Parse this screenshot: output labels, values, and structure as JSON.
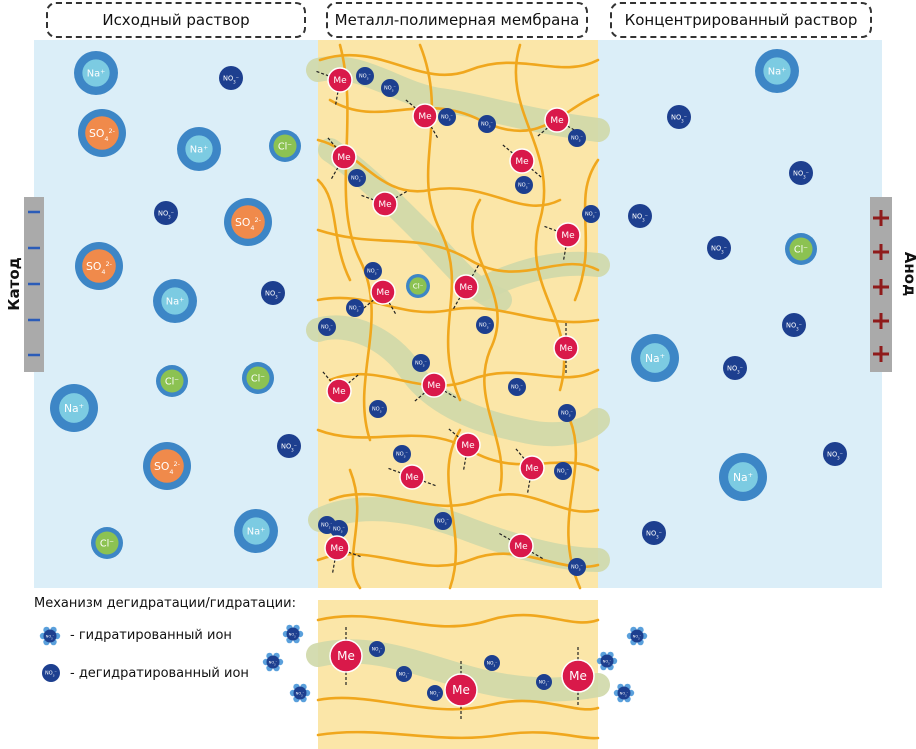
{
  "headers": {
    "source": "Исходный раствор",
    "membrane": "Металл-полимерная мембрана",
    "concentrate": "Концентрированный раствор"
  },
  "electrodes": {
    "cathode": "Катод",
    "anode": "Анод"
  },
  "legend": {
    "title": "Механизм дегидратации/гидратации:",
    "hydrated": "- гидратированный ион",
    "dehydrated": "- дегидратированный ион"
  },
  "ions": {
    "metal": "Me",
    "sodium": "Na",
    "chloride": "Cl",
    "sulfate": "SO",
    "nitrate": "NO"
  },
  "colors": {
    "solution_bg": "#dbeef8",
    "membrane_bg": "#fbe6a8",
    "fiber": "#f0a71d",
    "channel": "#cfd8a8",
    "metal_ion": "#d9194a",
    "sodium_outer": "#3d86c6",
    "sodium_inner": "#7ccbe2",
    "sulfate_outer": "#3d86c6",
    "sulfate_inner": "#f08a4b",
    "chloride_outer": "#3d86c6",
    "chloride_inner": "#8cc252",
    "nitrate": "#1d3f8f",
    "electrode": "#aaaaaa",
    "cathode_sign": "#2b5cb8",
    "anode_sign": "#8f1b1b"
  },
  "icons": [
    "minus-sign-icon",
    "plus-sign-icon",
    "hydrated-ion-icon",
    "dehydrated-ion-icon"
  ]
}
